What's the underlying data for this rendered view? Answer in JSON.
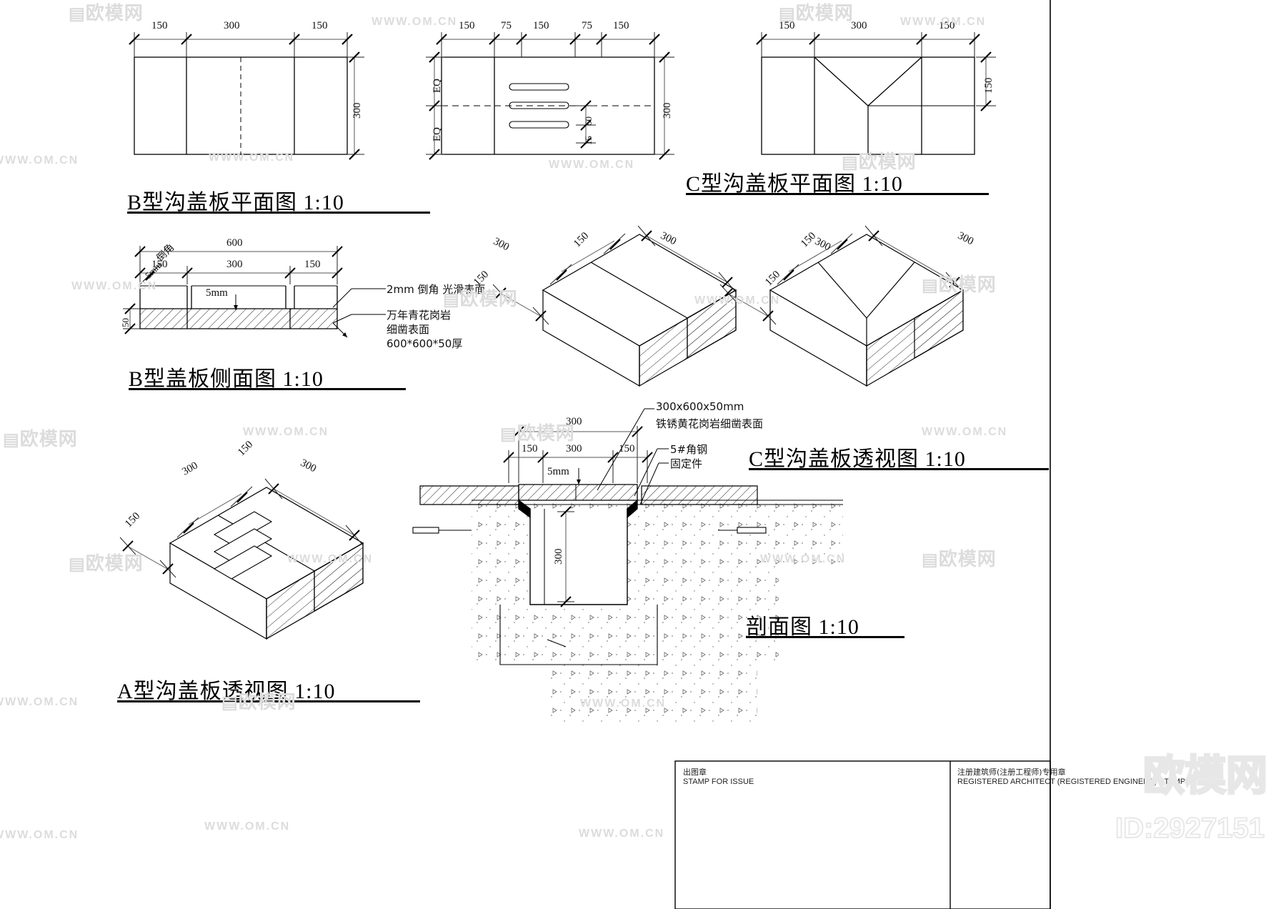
{
  "sheet": {
    "type": "cad-drawing",
    "scale_note": "1:10",
    "titles": {
      "b_plan": "B型沟盖板平面图   1:10",
      "c_plan": "C型沟盖板平面图   1:10",
      "b_side": "B型盖板侧面图   1:10",
      "c_iso": "C型沟盖板透视图   1:10",
      "a_iso": "A型沟盖板透视图   1:10",
      "section": "剖面图  1:10"
    }
  },
  "b_plan": {
    "dims_top": [
      "150",
      "300",
      "150"
    ],
    "dim_right": "300"
  },
  "a_plan": {
    "dims_top": [
      "150",
      "75",
      "150",
      "75",
      "150"
    ],
    "dims_left": [
      "EQ",
      "EQ"
    ],
    "dims_right_inner": [
      "60",
      "15"
    ],
    "dim_right": "300",
    "slot_count": 3
  },
  "c_plan": {
    "dims_top": [
      "150",
      "300",
      "150"
    ],
    "dim_right": "150"
  },
  "b_side": {
    "chamfer_note": "倒角",
    "chamfer_size": "5mm",
    "dim_overall": "600",
    "dims_sub": [
      "150",
      "300",
      "150"
    ],
    "dim_thickness": "50",
    "gap_note": "5mm",
    "note_top": "2mm  倒角 光滑表面",
    "note_bottom_l1": "万年青花岗岩",
    "note_bottom_l2": "细凿表面",
    "note_bottom_l3": "600*600*50厚"
  },
  "b_iso": {
    "dims": [
      "150",
      "300",
      "300",
      "150"
    ]
  },
  "c_iso": {
    "dims": [
      "150",
      "300",
      "300",
      "150"
    ]
  },
  "a_iso": {
    "dims": [
      "150",
      "300",
      "300",
      "150"
    ]
  },
  "section": {
    "dim_overall": "300",
    "dims_sub": [
      "150",
      "300",
      "150"
    ],
    "gap_note": "5mm",
    "dim_depth": "300",
    "note_l1": "300x600x50mm",
    "note_l2": "铁锈黄花岗岩细凿表面",
    "note_l3": "5#角钢",
    "note_l4": "固定件"
  },
  "title_block": {
    "stamp_cn": "出图章",
    "stamp_en": "STAMP FOR ISSUE",
    "arch_cn": "注册建筑师(注册工程师)专用章",
    "arch_en": "REGISTERED ARCHITECT (REGISTERED ENGINEER) STAMP"
  },
  "watermarks": {
    "url": "WWW.OM.CN",
    "logo": "欧模网",
    "brand": "欧模网",
    "id": "ID:2927151"
  },
  "colors": {
    "line": "#000000",
    "thin": "#444444",
    "watermark": "#dcdcdc",
    "hatch": "#222222"
  }
}
